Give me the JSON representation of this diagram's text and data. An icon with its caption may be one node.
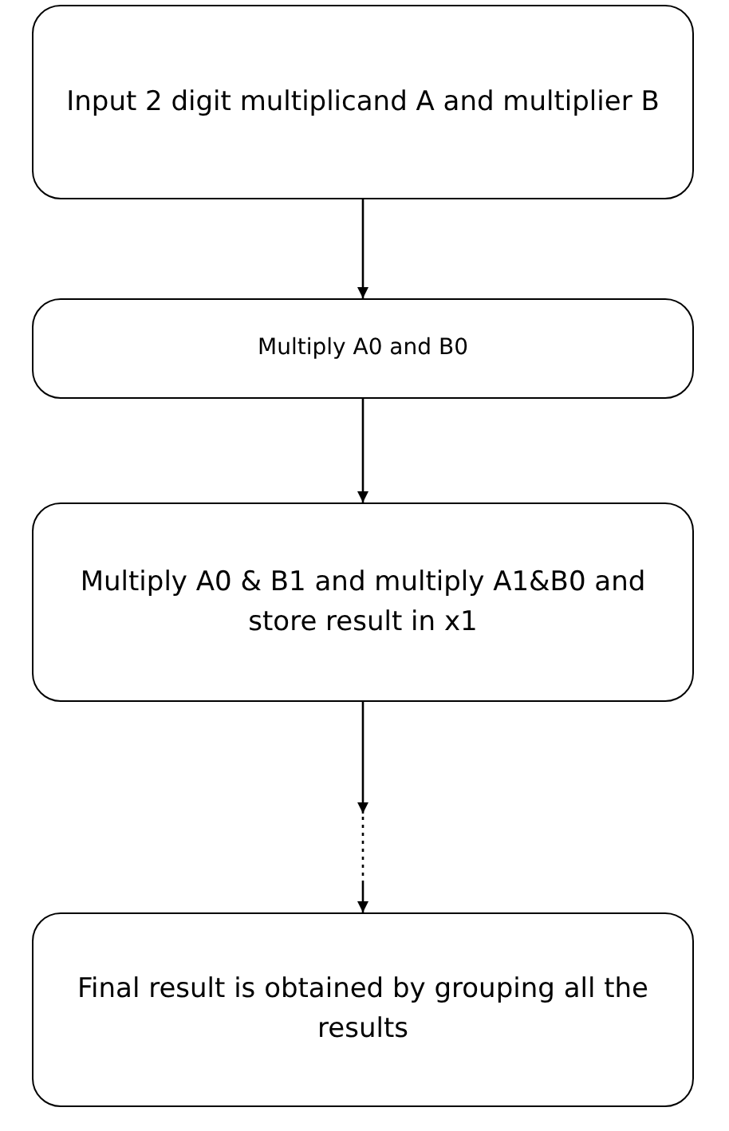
{
  "diagram": {
    "nodes": [
      {
        "text": [
          "Input 2 digit multiplicand A and multiplier B"
        ]
      },
      {
        "text": [
          "Multiply A0 and B0"
        ]
      },
      {
        "text": [
          "Multiply A0 & B1 and multiply A1&B0 and store result in x1"
        ]
      },
      {
        "text": [
          "Final result is obtained by grouping all the results"
        ]
      }
    ],
    "edges": [
      {
        "from": 0,
        "to": 1,
        "arrow": "to"
      },
      {
        "from": 1,
        "to": 2,
        "arrow": "to"
      },
      {
        "from": 2,
        "to": 3,
        "arrow": "to",
        "style": "dashed"
      }
    ]
  }
}
